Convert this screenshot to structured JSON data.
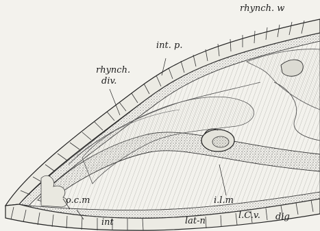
{
  "figure": {
    "labels": {
      "rhynch_w": "rhynch. w",
      "int_p": "int. p.",
      "rhynch_div_line1": "rhynch.",
      "rhynch_div_line2": "div.",
      "o_c_m": "o.c.m",
      "int": "int",
      "i_l_m": "i.l.m",
      "lat_n": "lat-n",
      "l_c_v": "l.C.v.",
      "dig": "dig"
    }
  }
}
